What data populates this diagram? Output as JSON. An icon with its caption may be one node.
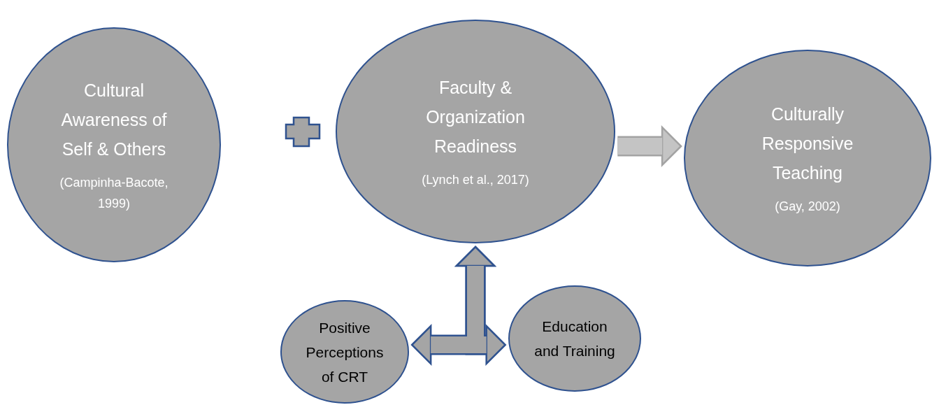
{
  "diagram": {
    "nodes": [
      {
        "text": [
          "Cultural Awareness of Self & Others",
          "(Campinha-Bacote, 1999)"
        ]
      },
      {
        "text": [
          "Faculty & Organization Readiness",
          "(Lynch et al., 2017)"
        ]
      },
      {
        "text": [
          "Culturally Responsive Teaching",
          "(Gay, 2002)"
        ]
      },
      {
        "text": [
          "Positive Perceptions of CRT"
        ]
      },
      {
        "text": [
          "Education and Training"
        ]
      }
    ],
    "edges": [
      {
        "from": 1,
        "to": 2,
        "arrow": "to",
        "color": "#c4c4c4"
      },
      {
        "from": 3,
        "to": 1,
        "arrow": "both"
      },
      {
        "from": 1,
        "to": 4,
        "arrow": "both"
      }
    ]
  }
}
